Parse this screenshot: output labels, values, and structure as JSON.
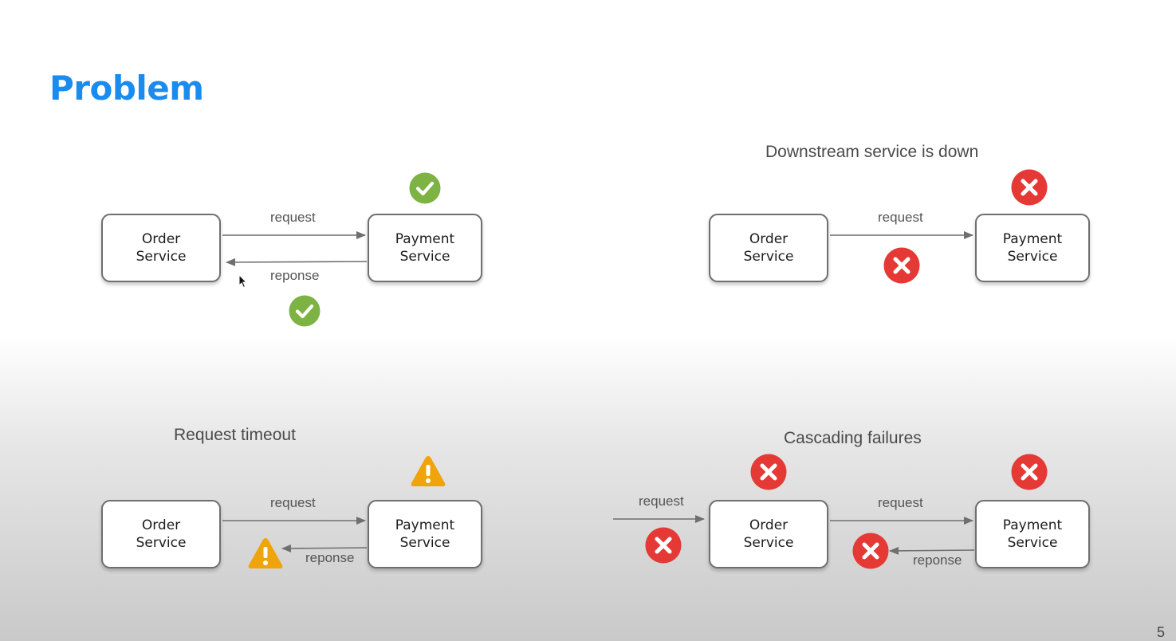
{
  "slide": {
    "title": "Problem",
    "page_number": "5"
  },
  "services": {
    "order": [
      "Order",
      "Service"
    ],
    "payment": [
      "Payment",
      "Service"
    ]
  },
  "labels": {
    "request": "request",
    "response": "reponse"
  },
  "scenarios": {
    "normal": {},
    "down": {
      "caption": "Downstream service is down"
    },
    "timeout": {
      "caption": "Request timeout"
    },
    "cascade": {
      "caption": "Cascading failures"
    }
  },
  "icons": {
    "success": {
      "name": "check-circle-icon",
      "color": "#7cb342"
    },
    "error": {
      "name": "x-circle-icon",
      "color": "#e53935"
    },
    "warning": {
      "name": "warning-triangle-icon",
      "color": "#f0a30a"
    }
  },
  "colors": {
    "title": "#1a8cf0",
    "arrow": "#6f6f6f"
  }
}
